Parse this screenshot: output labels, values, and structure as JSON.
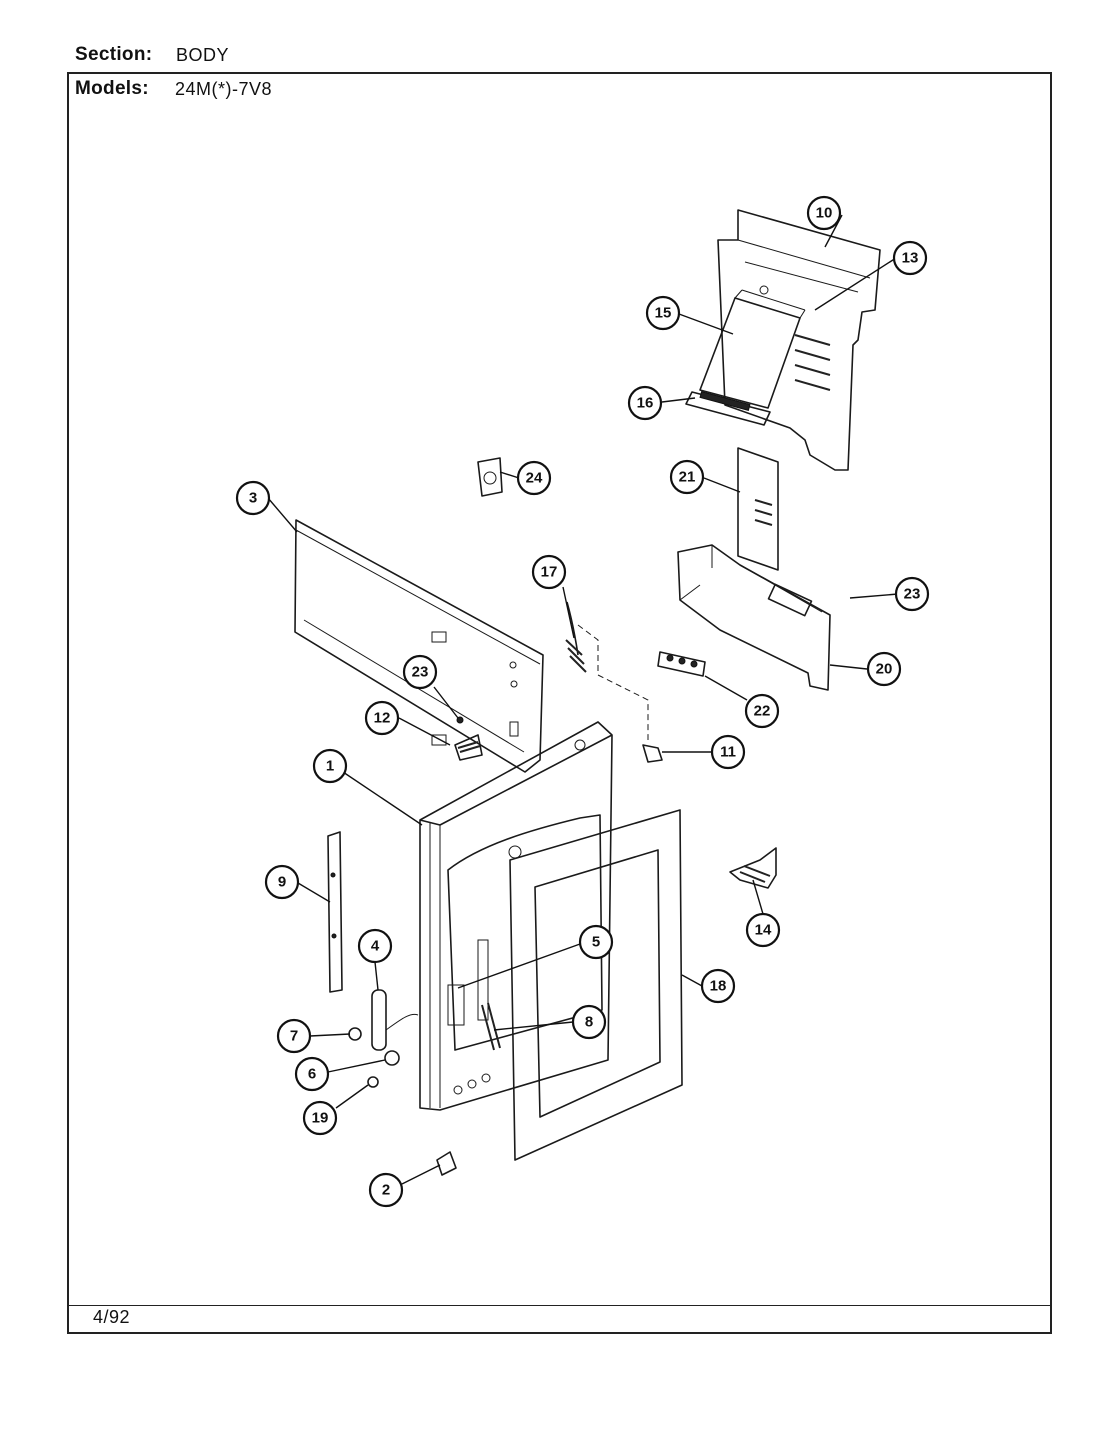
{
  "header": {
    "section_label": "Section:",
    "section_value": "BODY",
    "models_label": "Models:",
    "models_value": "24M(*)-7V8"
  },
  "footer": {
    "date_code": "4/92"
  },
  "callouts": [
    {
      "id": "c1",
      "label": "1"
    },
    {
      "id": "c2",
      "label": "2"
    },
    {
      "id": "c3",
      "label": "3"
    },
    {
      "id": "c4",
      "label": "4"
    },
    {
      "id": "c5",
      "label": "5"
    },
    {
      "id": "c6",
      "label": "6"
    },
    {
      "id": "c7",
      "label": "7"
    },
    {
      "id": "c8",
      "label": "8"
    },
    {
      "id": "c9",
      "label": "9"
    },
    {
      "id": "c10",
      "label": "10"
    },
    {
      "id": "c11",
      "label": "11"
    },
    {
      "id": "c12",
      "label": "12"
    },
    {
      "id": "c13",
      "label": "13"
    },
    {
      "id": "c14",
      "label": "14"
    },
    {
      "id": "c15",
      "label": "15"
    },
    {
      "id": "c16",
      "label": "16"
    },
    {
      "id": "c17",
      "label": "17"
    },
    {
      "id": "c18",
      "label": "18"
    },
    {
      "id": "c19",
      "label": "19"
    },
    {
      "id": "c20",
      "label": "20"
    },
    {
      "id": "c21",
      "label": "21"
    },
    {
      "id": "c22",
      "label": "22"
    },
    {
      "id": "c23a",
      "label": "23"
    },
    {
      "id": "c23b",
      "label": "23"
    },
    {
      "id": "c24",
      "label": "24"
    }
  ]
}
